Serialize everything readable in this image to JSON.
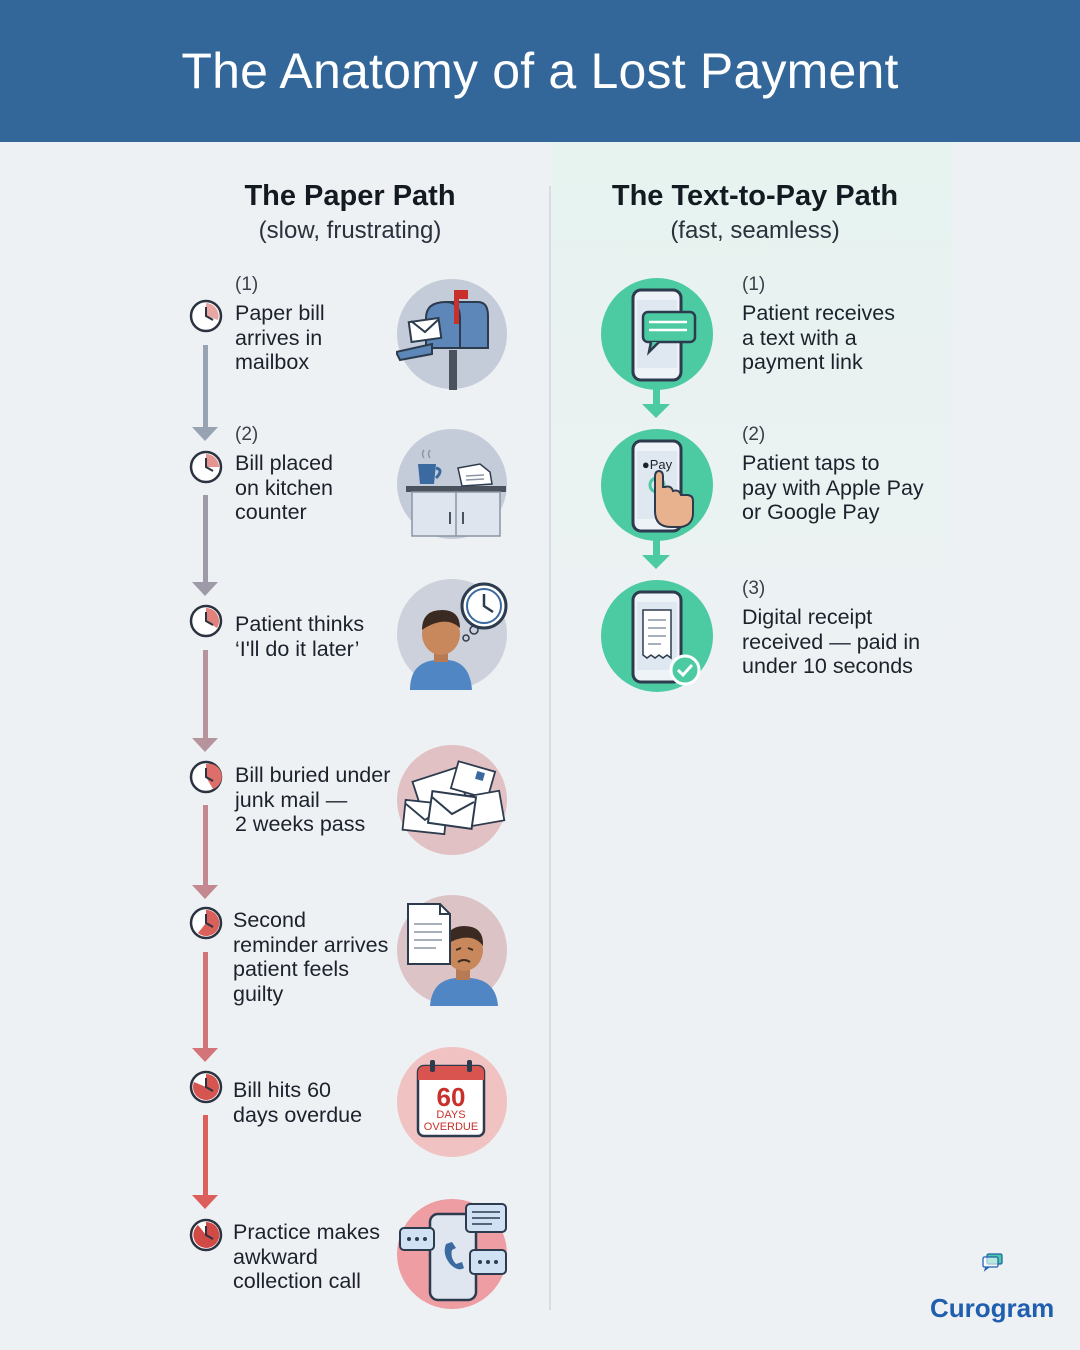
{
  "header": {
    "title": "The Anatomy of a Lost Payment"
  },
  "paper_path": {
    "title": "The Paper Path",
    "subtitle": "(slow, frustrating)",
    "steps": [
      {
        "number": "(1)",
        "text": [
          "Paper bill",
          "arrives in",
          "mailbox"
        ],
        "icon": "mailbox-icon"
      },
      {
        "number": "(2)",
        "text": [
          "Bill placed",
          "on kitchen",
          "counter"
        ],
        "icon": "kitchen-counter-icon"
      },
      {
        "text": [
          "Patient thinks",
          "‘I'll do it later’"
        ],
        "icon": "thinking-patient-icon"
      },
      {
        "text": [
          "Bill buried under",
          "junk mail —",
          "2 weeks pass"
        ],
        "icon": "junk-mail-icon"
      },
      {
        "text": [
          "Second",
          "reminder arrives",
          "patient feels",
          "guilty"
        ],
        "icon": "guilty-patient-icon"
      },
      {
        "text": [
          "Bill hits 60",
          "days overdue"
        ],
        "icon": "overdue-calendar-icon"
      },
      {
        "text": [
          "Practice makes",
          "awkward",
          "collection call"
        ],
        "icon": "collection-call-icon"
      }
    ]
  },
  "text_to_pay_path": {
    "title": "The Text-to-Pay Path",
    "subtitle": "(fast, seamless)",
    "steps": [
      {
        "number": "(1)",
        "text": [
          "Patient receives",
          "a text with a",
          "payment link"
        ],
        "icon": "phone-text-icon"
      },
      {
        "number": "(2)",
        "text": [
          "Patient taps to",
          "pay with Apple Pay",
          "or Google Pay"
        ],
        "icon": "phone-tap-pay-icon"
      },
      {
        "number": "(3)",
        "text": [
          "Digital receipt",
          "received — paid in",
          "under 10 seconds"
        ],
        "icon": "phone-receipt-icon"
      }
    ]
  },
  "icons": {
    "calendar_number": "60",
    "calendar_line1": "DAYS",
    "calendar_line2": "OVERDUE",
    "pay_label": "Pay"
  },
  "brand": {
    "name": "Curogram",
    "color": "#1f5fae"
  },
  "colors": {
    "header": "#33679a",
    "green": "#4ccaa2",
    "red": "#d9534f"
  }
}
